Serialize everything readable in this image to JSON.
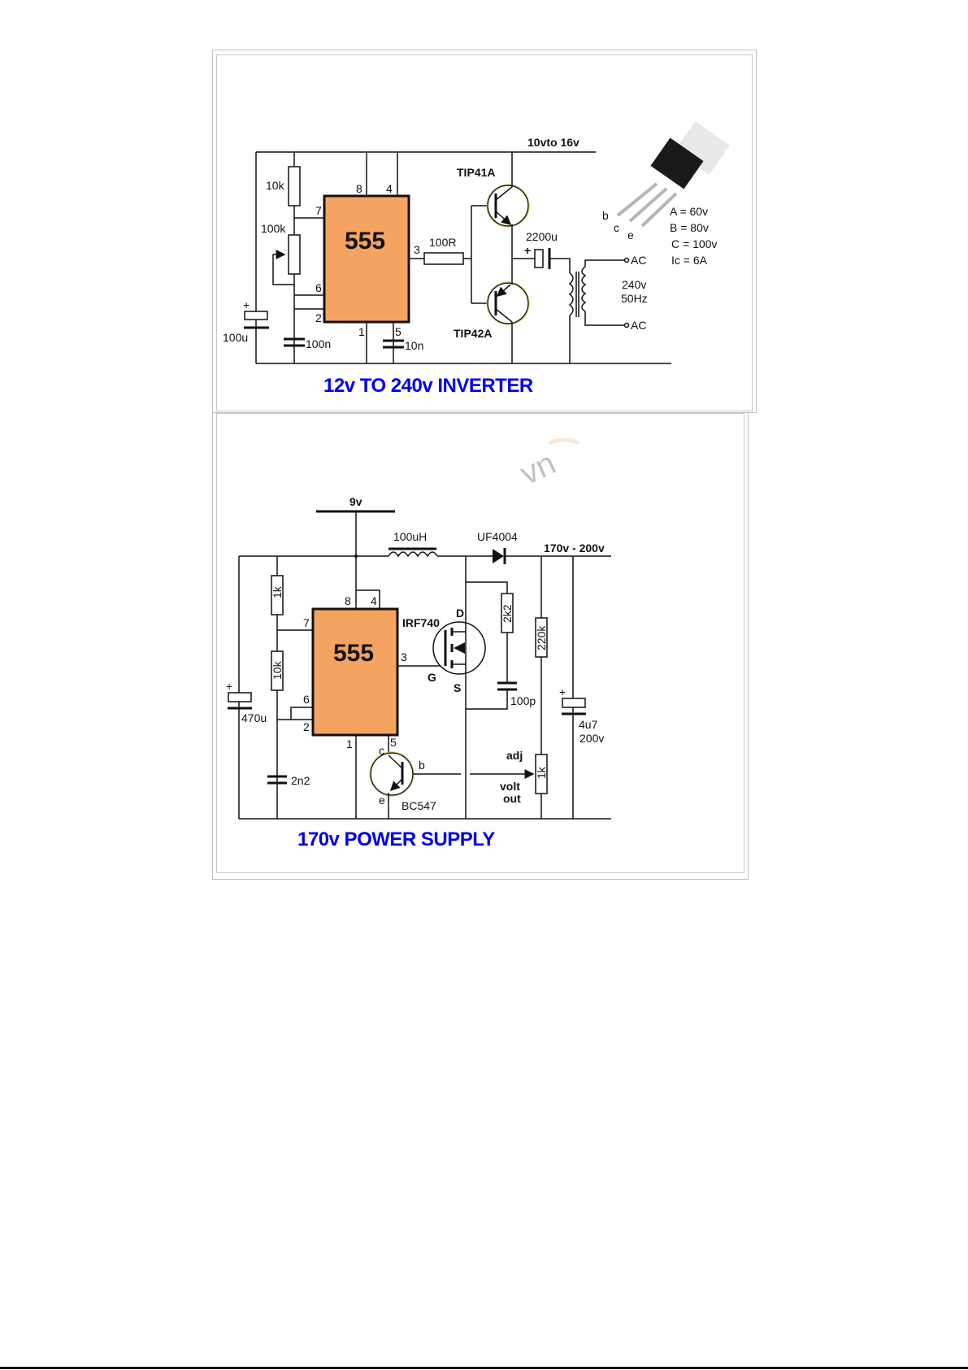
{
  "watermark": "vn",
  "colors": {
    "title": "#0000ee",
    "ic_body": "#f4a460",
    "wire": "#111111",
    "frame": "#c0c0c0"
  },
  "inverter": {
    "title": "12v TO 240v INVERTER",
    "supply": "10vto 16v",
    "ic": {
      "name": "555",
      "pins": {
        "p8": "8",
        "p4": "4",
        "p7": "7",
        "p6": "6",
        "p2": "2",
        "p1": "1",
        "p5": "5",
        "p3": "3"
      }
    },
    "r1": "10k",
    "pot": "100k",
    "c_timing": "100n",
    "c_pin5": "10n",
    "c_supply": "100u",
    "r_base": "100R",
    "q_upper": "TIP41A",
    "q_lower": "TIP42A",
    "c_out": "2200u",
    "c_plus": "+",
    "ac_top": "AC",
    "ac_bottom": "AC",
    "output": {
      "voltage": "240v",
      "frequency": "50Hz"
    },
    "package_pins": {
      "b": "b",
      "c": "c",
      "e": "e"
    },
    "ratings": [
      "A = 60v",
      "B = 80v",
      "C = 100v",
      "Ic = 6A"
    ]
  },
  "supply170": {
    "title": "170v POWER SUPPLY",
    "input": "9v",
    "inductor": "100uH",
    "diode": "UF4004",
    "output": "170v - 200v",
    "ic": {
      "name": "555",
      "pins": {
        "p8": "8",
        "p4": "4",
        "p7": "7",
        "p6": "6",
        "p2": "2",
        "p1": "1",
        "p5": "5",
        "p3": "3"
      }
    },
    "r_top": "1k",
    "r_mid": "10k",
    "c_timing": "2n2",
    "c_in": "470u",
    "c_plus": "+",
    "mosfet": {
      "name": "IRF740",
      "d": "D",
      "g": "G",
      "s": "S"
    },
    "r_snub": "2k2",
    "c_snub": "100p",
    "r_div": "220k",
    "pot": "1k",
    "c_out": "4u7",
    "c_out_v": "200v",
    "bjt": {
      "name": "BC547",
      "c": "c",
      "b": "b",
      "e": "e"
    },
    "adj": "adj",
    "volt": "volt",
    "out": "out"
  }
}
